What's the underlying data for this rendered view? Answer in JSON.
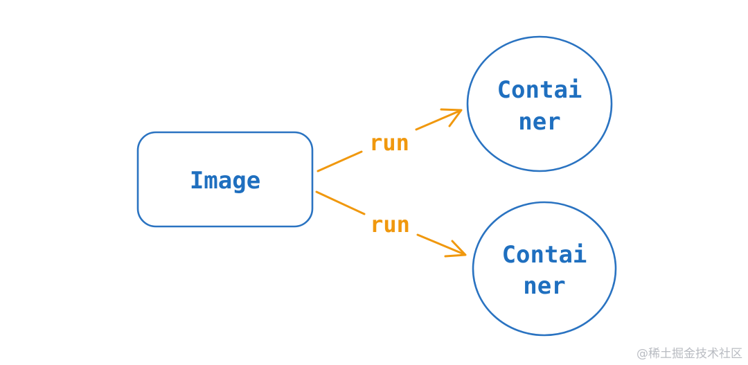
{
  "nodes": {
    "image": {
      "label": "Image"
    },
    "container_top": {
      "line1": "Contai",
      "line2": "ner"
    },
    "container_bottom": {
      "line1": "Contai",
      "line2": "ner"
    }
  },
  "edges": {
    "top": {
      "label": "run"
    },
    "bottom": {
      "label": "run"
    }
  },
  "watermark": "@稀土掘金技术社区",
  "colors": {
    "node_text": "#1f6fbf",
    "node_border": "#2a73c1",
    "edge": "#f0980e"
  }
}
